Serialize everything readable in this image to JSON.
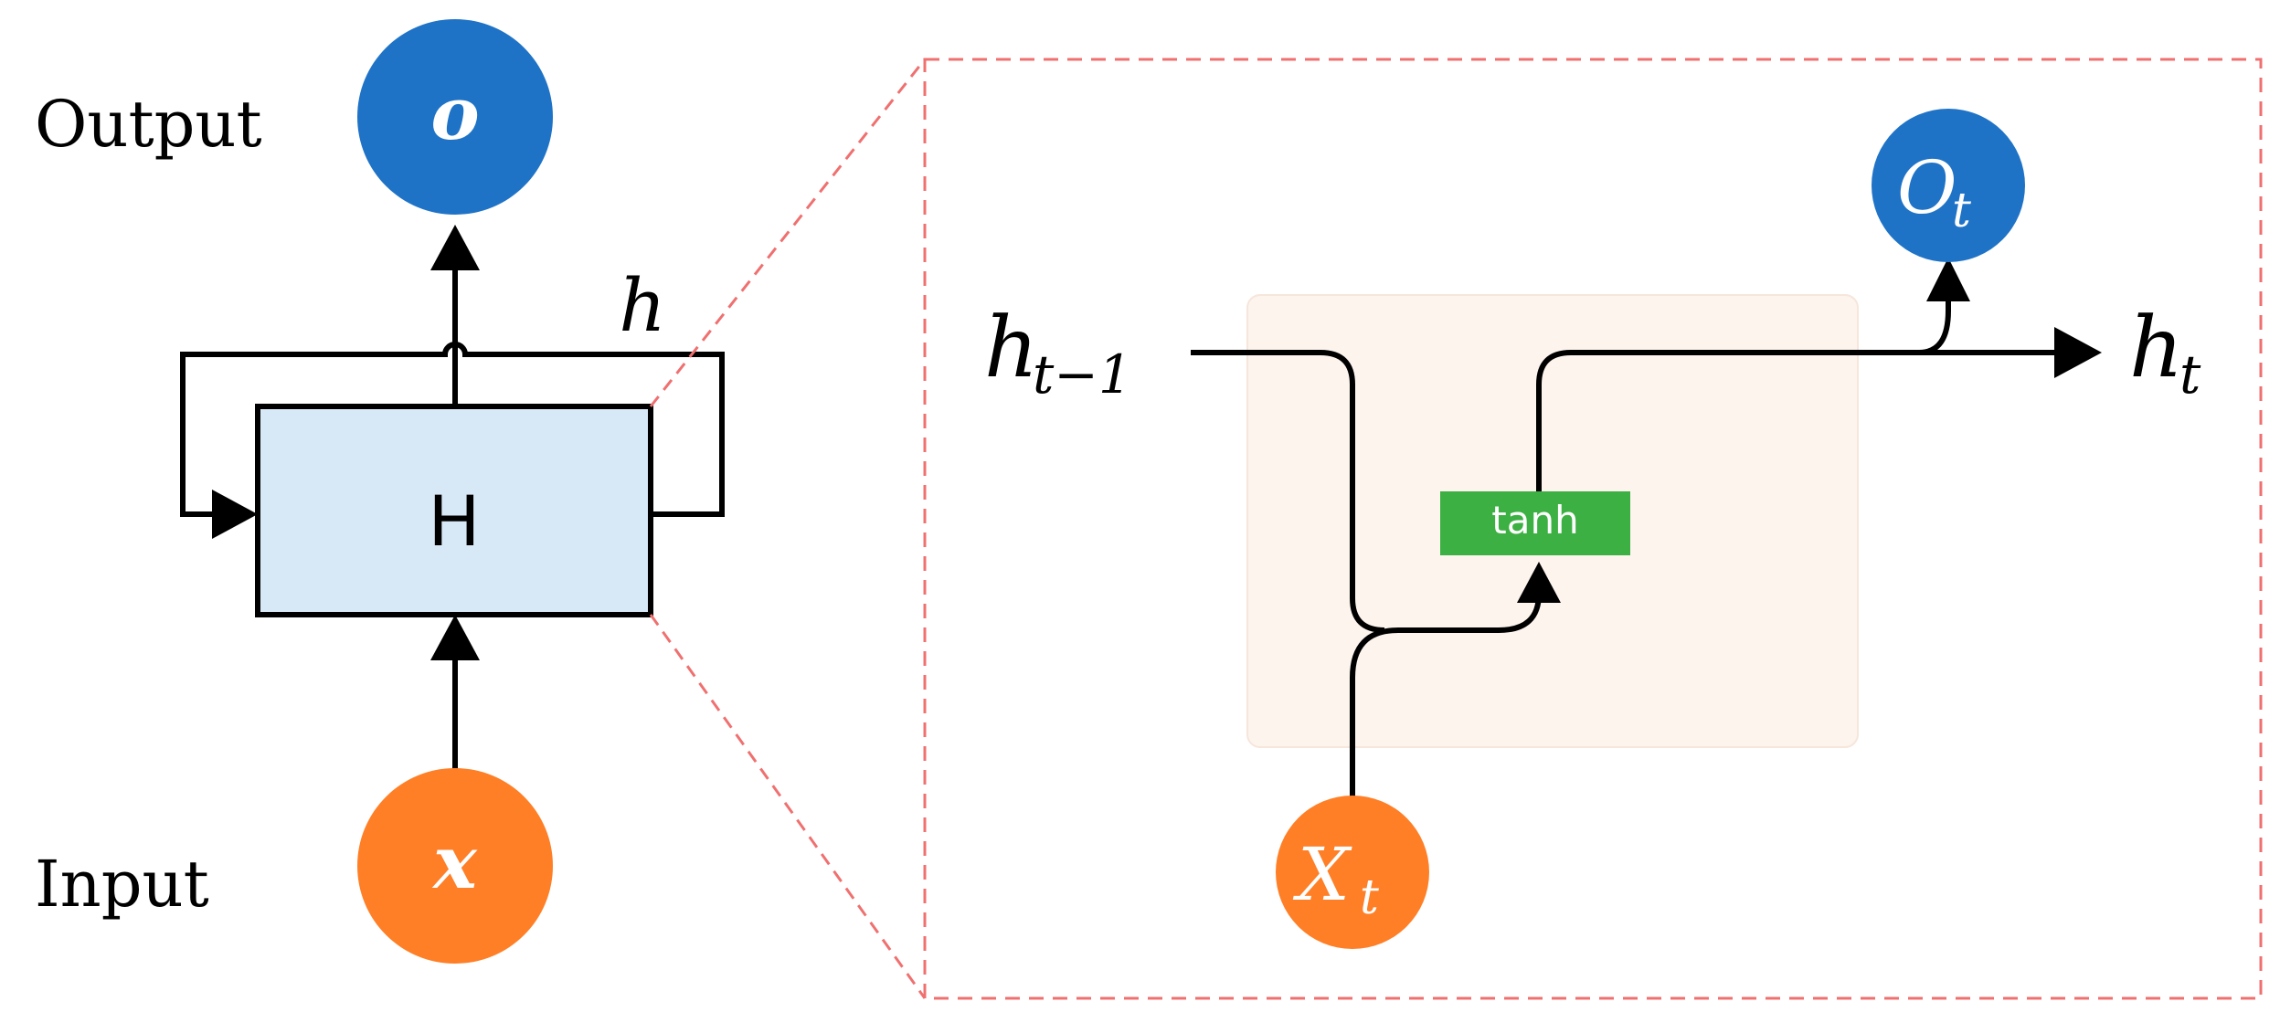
{
  "left_panel": {
    "output_label": "Output",
    "input_label": "Input",
    "output_node": "o",
    "input_node": "x",
    "hidden_box": "H",
    "recurrent_label": "h"
  },
  "right_panel": {
    "prev_state": {
      "base": "h",
      "sub": "t−1"
    },
    "next_state": {
      "base": "h",
      "sub": "t"
    },
    "input_node": {
      "base": "X",
      "sub": "t"
    },
    "output_node": {
      "base": "O",
      "sub": "t"
    },
    "activation": "tanh"
  },
  "colors": {
    "output_node": "#1f73c7",
    "input_node": "#ff7f27",
    "hidden_box_fill": "#d7e9f7",
    "cell_background": "#fdf4ee",
    "activation_fill": "#3cb043",
    "zoom_dash": "#f07070",
    "line": "#000000",
    "node_text": "#ffffff"
  }
}
